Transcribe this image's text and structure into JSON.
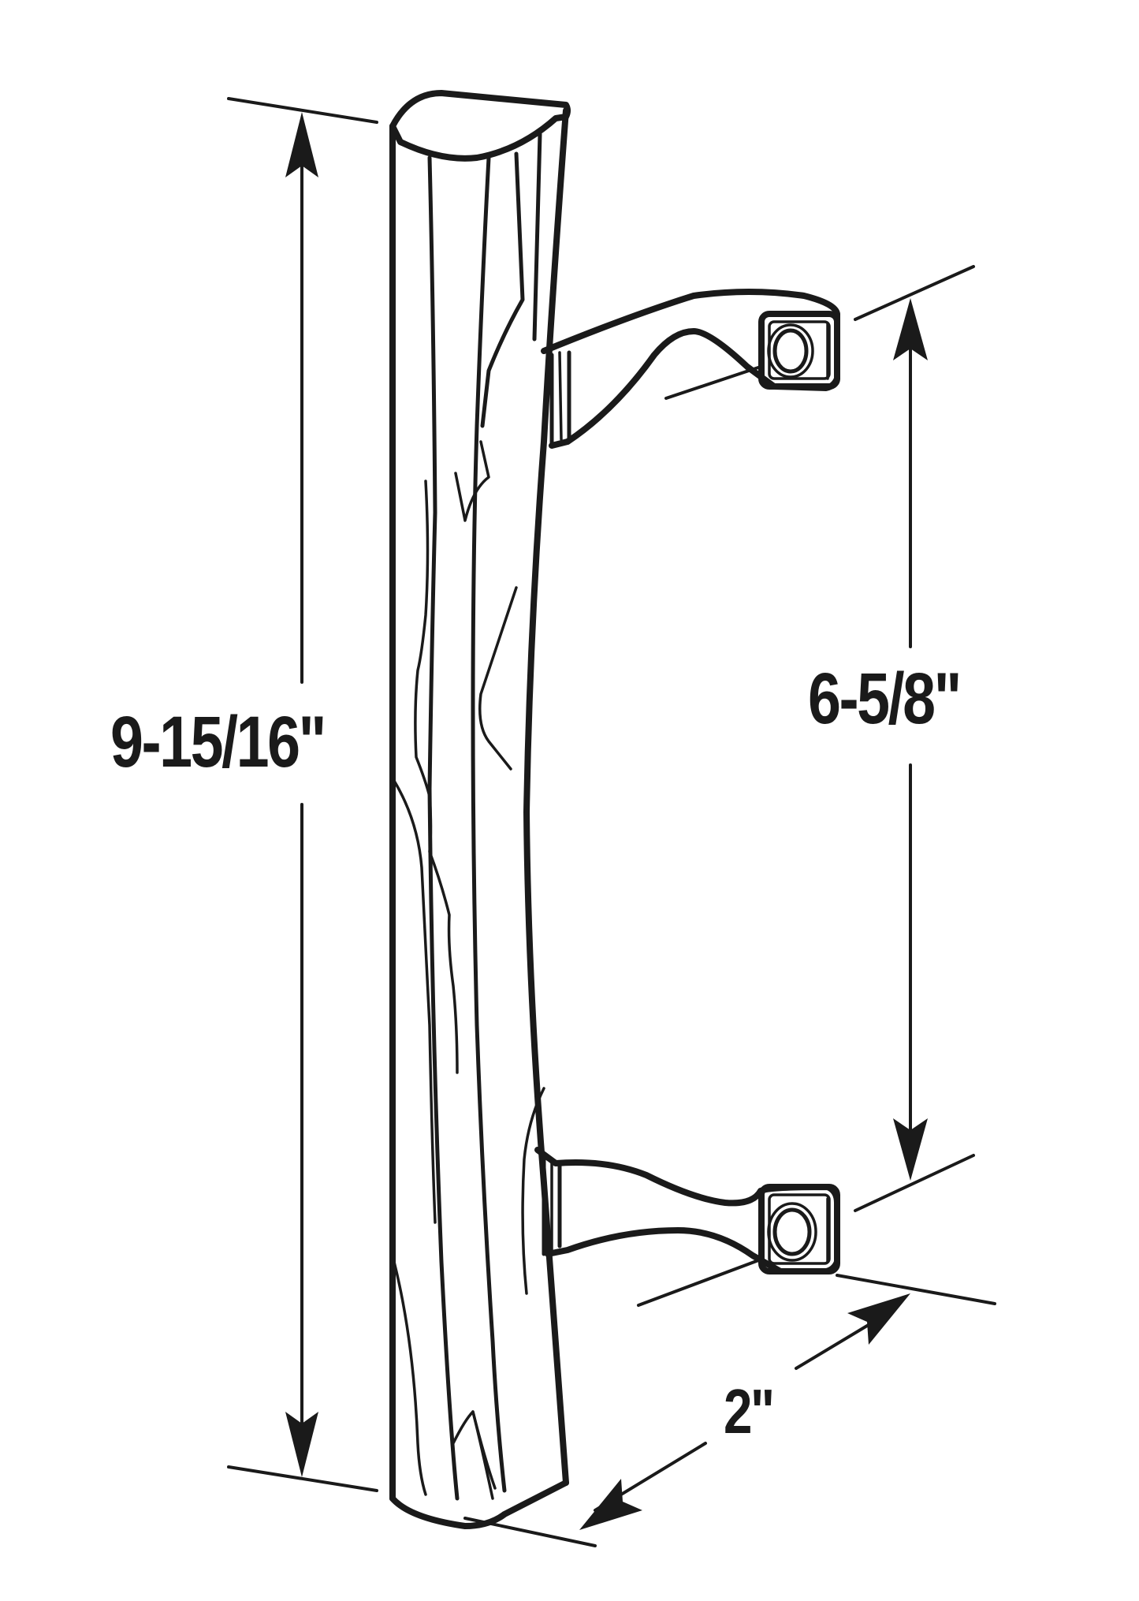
{
  "diagram": {
    "subject": "Door pull handle with two mounting posts",
    "line_color": "#1a1a1a",
    "background": "#ffffff",
    "dimensions": {
      "overall_height": "9-15/16\"",
      "mounting_hole_spacing": "6-5/8\"",
      "projection_depth": "2\""
    },
    "parts": [
      "handle-bar",
      "upper-mounting-post",
      "lower-mounting-post",
      "upper-screw-hole",
      "lower-screw-hole"
    ]
  }
}
